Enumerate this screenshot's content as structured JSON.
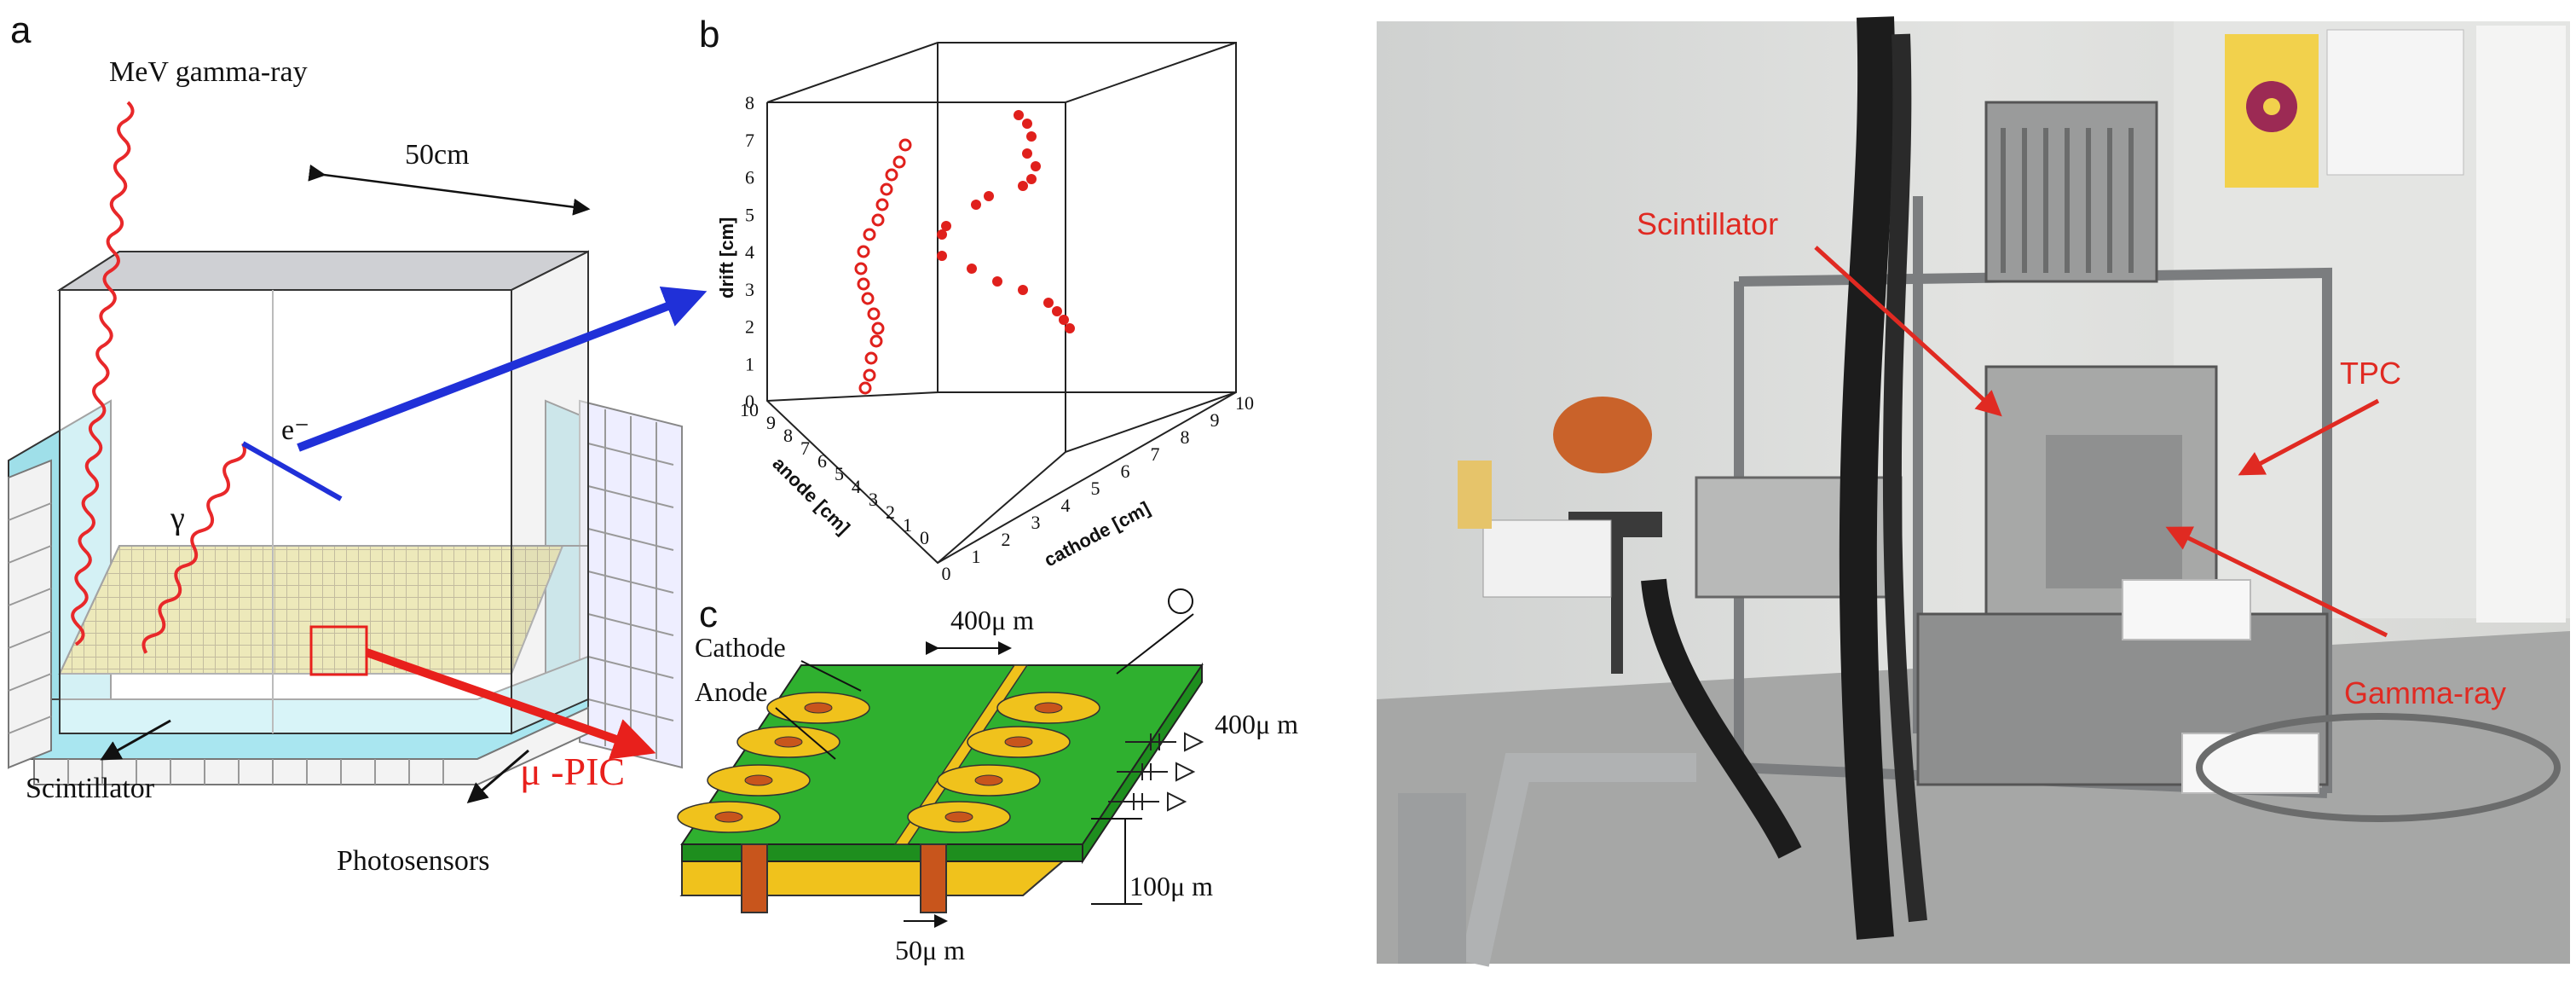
{
  "panel_a": {
    "letter": "a",
    "gamma_label": "MeV gamma-ray",
    "size_label": "50cm",
    "electron_label": "e⁻",
    "gamma_symbol": "γ",
    "scintillator_label": "Scintillator",
    "photosensors_label": "Photosensors",
    "pic_label": "μ  -PIC"
  },
  "panel_b": {
    "letter": "b",
    "drift_axis": "drift [cm]",
    "anode_axis": "anode [cm]",
    "cathode_axis": "cathode [cm]",
    "drift_ticks": [
      "0",
      "1",
      "2",
      "3",
      "4",
      "5",
      "6",
      "7",
      "8"
    ],
    "anode_ticks": [
      "0",
      "1",
      "2",
      "3",
      "4",
      "5",
      "6",
      "7",
      "8",
      "9",
      "10"
    ],
    "cathode_ticks": [
      "0",
      "1",
      "2",
      "3",
      "4",
      "5",
      "6",
      "7",
      "8",
      "9",
      "10"
    ],
    "colors": {
      "track": "#e0201c"
    }
  },
  "panel_c": {
    "letter": "c",
    "pitch_label": "400μ m",
    "cathode_label": "Cathode",
    "anode_label": "Anode",
    "width_label": "400μ m",
    "thickness_label": "100μ m",
    "pillar_label": "50μ m",
    "colors": {
      "board": "#2fb02f",
      "pad": "#f0c21c",
      "strip": "#c8551c"
    }
  },
  "photo": {
    "labels": {
      "scintillator": "Scintillator",
      "tpc": "TPC",
      "gamma": "Gamma-ray"
    },
    "colors": {
      "annotation": "#e02a22"
    }
  }
}
